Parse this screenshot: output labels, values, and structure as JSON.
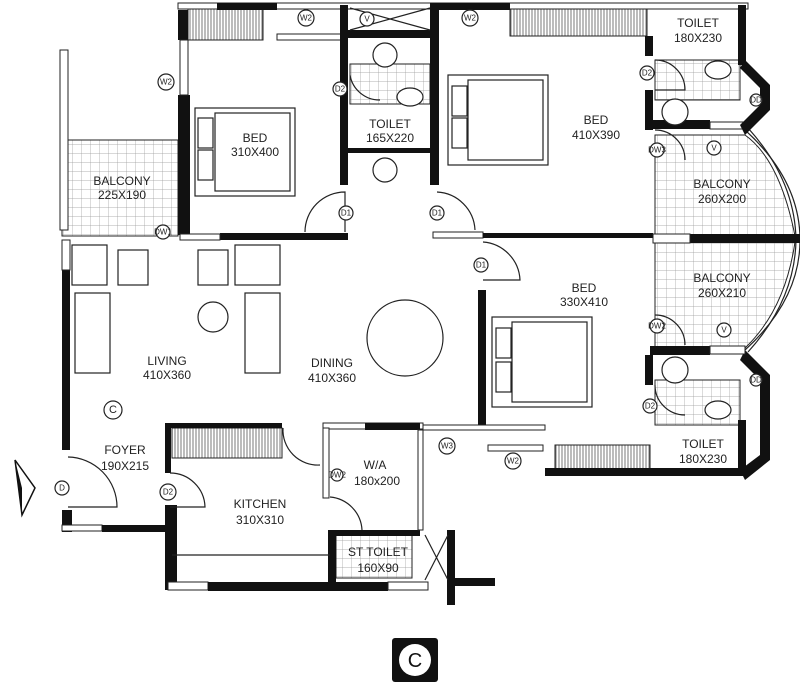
{
  "rooms": {
    "bed1": {
      "name": "BED",
      "size": "310X400"
    },
    "toilet1": {
      "name": "TOILET",
      "size": "165X220"
    },
    "bed2": {
      "name": "BED",
      "size": "410X390"
    },
    "toilet2": {
      "name": "TOILET",
      "size": "180X230"
    },
    "balcony1": {
      "name": "BALCONY",
      "size": "225X190"
    },
    "balcony2": {
      "name": "BALCONY",
      "size": "260X200"
    },
    "balcony3": {
      "name": "BALCONY",
      "size": "260X210"
    },
    "bed3": {
      "name": "BED",
      "size": "330X410"
    },
    "toilet3": {
      "name": "TOILET",
      "size": "180X230"
    },
    "living": {
      "name": "LIVING",
      "size": "410X360"
    },
    "dining": {
      "name": "DINING",
      "size": "410X360"
    },
    "foyer": {
      "name": "FOYER",
      "size": "190X215"
    },
    "kitchen": {
      "name": "KITCHEN",
      "size": "310X310"
    },
    "wa": {
      "name": "W/A",
      "size": "180x200"
    },
    "sttoilet": {
      "name": "ST TOILET",
      "size": "160X90"
    }
  },
  "tags": {
    "w2": "W2",
    "v": "V",
    "d1": "D1",
    "d2": "D2",
    "dw1": "DW1",
    "dw2": "DW2",
    "dw3": "DW3",
    "w3": "W3",
    "d": "D",
    "c": "C",
    "dd": "DD"
  },
  "plan_label": "C"
}
